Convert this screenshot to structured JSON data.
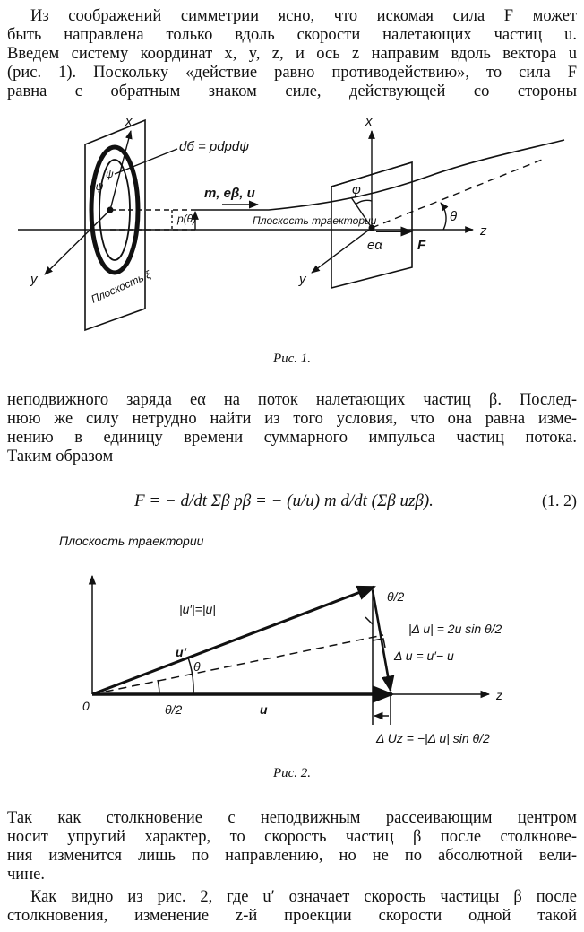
{
  "paragraphs": {
    "p1": [
      "Из соображений симметрии ясно, что искомая сила F может",
      "быть направлена только вдоль скорости налетающих частиц u.",
      "Введем систему координат x, y, z, и ось z направим вдоль вектора u",
      "(рис. 1). Поскольку «действие равно противодействию», то сила F",
      "равна с обратным знаком силе, действующей со стороны"
    ],
    "p2": [
      "неподвижного заряда eα на поток налетающих частиц β. Послед-",
      "нюю же силу нетрудно найти из того условия, что она равна изме-",
      "нению в единицу времени суммарного импульса частиц потока.",
      "Таким образом"
    ],
    "p3": [
      "Так как столкновение с неподвижным рассеивающим центром",
      "носит упругий характер, то скорость частиц β после столкнове-",
      "ния изменится лишь по направлению, но не по абсолютной вели-",
      "чине."
    ],
    "p4": [
      "Как видно из рис. 2, где u′ означает скорость частицы β после",
      "столкновения, изменение z-й проекции скорости одной такой"
    ]
  },
  "figure1": {
    "caption": "Рис. 1.",
    "labels": {
      "x_left": "x",
      "x_right": "x",
      "y_left": "y",
      "y_right": "y",
      "z": "z",
      "dsigma": "dб = pdpdψ",
      "dpsi": "dψ",
      "psi": "ψ",
      "particle": "m, eβ, u",
      "p_theta": "p(θ)",
      "trajectory_plane": "Плоскость траектории",
      "plane_xi": "Плоскость ξ",
      "phi": "φ",
      "theta": "θ",
      "e_alpha": "eα",
      "F": "F"
    }
  },
  "formula": {
    "text": "F = − d/dt Σβ pβ = − (u/u) m d/dt (Σβ uzβ).",
    "number": "(1. 2)"
  },
  "figure2": {
    "caption": "Рис. 2.",
    "labels": {
      "plane": "Плоскость траектории",
      "modulus": "|u′|=|u|",
      "u_prime": "u′",
      "theta": "θ",
      "half_theta_bottom": "θ/2",
      "half_theta_top": "θ/2",
      "u": "u",
      "origin": "0",
      "z": "z",
      "delta_u_mod": "|Δ u| = 2u sin θ/2",
      "delta_u": "Δ u = u′− u",
      "delta_uz": "Δ Uz = −|Δ u| sin θ/2"
    }
  }
}
